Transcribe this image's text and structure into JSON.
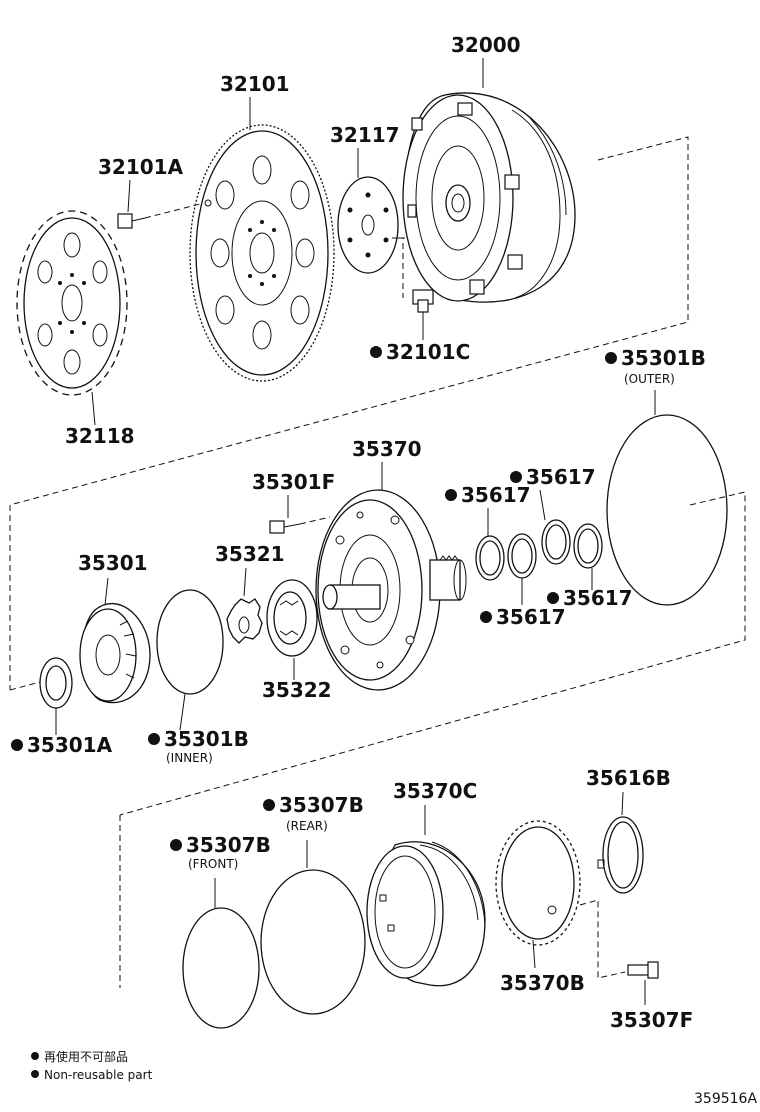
{
  "parts": {
    "p32000": "32000",
    "p32101": "32101",
    "p32117": "32117",
    "p32101A": "32101A",
    "p32101C": "32101C",
    "p32118": "32118",
    "p35301B_outer": "35301B",
    "p35301B_outer_note": "(OUTER)",
    "p35370": "35370",
    "p35301F": "35301F",
    "p35617_a": "35617",
    "p35617_b": "35617",
    "p35617_c": "35617",
    "p35617_d": "35617",
    "p35301": "35301",
    "p35321": "35321",
    "p35322": "35322",
    "p35301A": "35301A",
    "p35301B_inner": "35301B",
    "p35301B_inner_note": "(INNER)",
    "p35370C": "35370C",
    "p35616B": "35616B",
    "p35307B_rear": "35307B",
    "p35307B_rear_note": "(REAR)",
    "p35307B_front": "35307B",
    "p35307B_front_note": "(FRONT)",
    "p35370B": "35370B",
    "p35307F": "35307F"
  },
  "legend": {
    "jp": "再使用不可部品",
    "en": "Non-reusable part"
  },
  "diagram_code": "359516A"
}
